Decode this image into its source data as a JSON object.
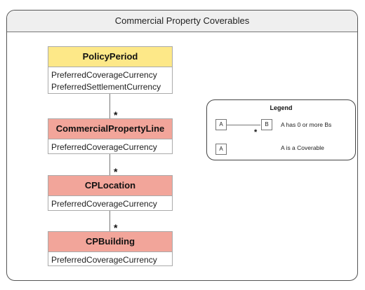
{
  "diagram": {
    "title": "Commercial Property Coverables",
    "entities": [
      {
        "name": "PolicyPeriod",
        "attributes": [
          "PreferredCoverageCurrency",
          "PreferredSettlementCurrency"
        ],
        "color": "#fde888"
      },
      {
        "name": "CommercialPropertyLine",
        "attributes": [
          "PreferredCoverageCurrency"
        ],
        "color": "#f2a59a"
      },
      {
        "name": "CPLocation",
        "attributes": [
          "PreferredCoverageCurrency"
        ],
        "color": "#f2a59a"
      },
      {
        "name": "CPBuilding",
        "attributes": [
          "PreferredCoverageCurrency"
        ],
        "color": "#f2a59a"
      }
    ],
    "multiplicity": "*",
    "legend": {
      "title": "Legend",
      "box_a": "A",
      "box_b": "B",
      "star": "*",
      "relation_text": "A has 0 or more Bs",
      "coverable_box": "A",
      "coverable_text": "A is a Coverable"
    }
  }
}
